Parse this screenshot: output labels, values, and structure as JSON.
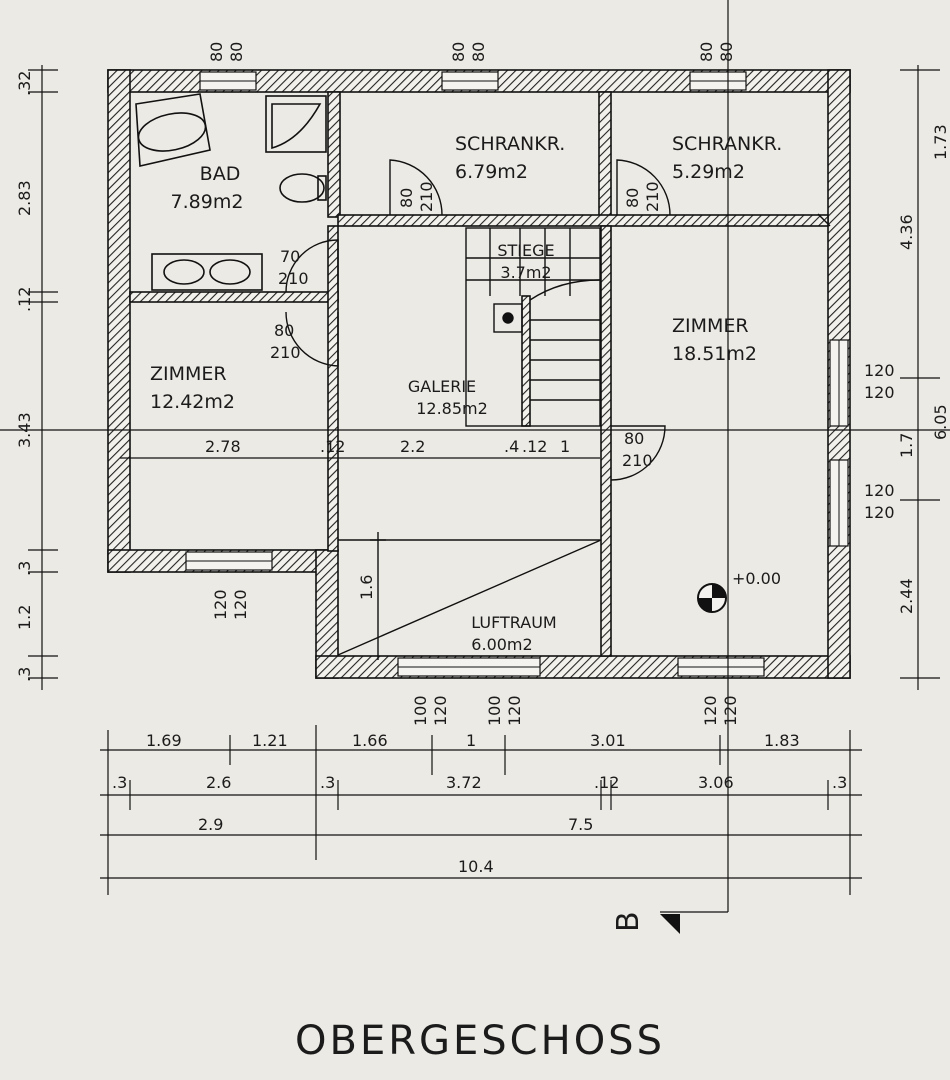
{
  "title": "OBERGESCHOSS",
  "section_marker": "B",
  "rooms": {
    "bad": {
      "name": "BAD",
      "area": "7.89m2"
    },
    "schrank1": {
      "name": "SCHRANKR.",
      "area": "6.79m2"
    },
    "schrank2": {
      "name": "SCHRANKR.",
      "area": "5.29m2"
    },
    "stiege": {
      "name": "STIEGE",
      "area": "3.7m2"
    },
    "zimmer_big": {
      "name": "ZIMMER",
      "area": "18.51m2"
    },
    "zimmer_small": {
      "name": "ZIMMER",
      "area": "12.42m2"
    },
    "galerie": {
      "name": "GALERIE",
      "area": "12.85m2"
    },
    "luftraum": {
      "name": "LUFTRAUM",
      "area": "6.00m2"
    }
  },
  "level_mark": "+0.00",
  "openings": {
    "top1_a": "80",
    "top1_b": "80",
    "top2_a": "80",
    "top2_b": "80",
    "top3_a": "80",
    "top3_b": "80",
    "d_schrank1_a": "80",
    "d_schrank1_b": "210",
    "d_schrank2_a": "80",
    "d_schrank2_b": "210",
    "d_bad_a": "70",
    "d_bad_b": "210",
    "d_zimmer_a": "80",
    "d_zimmer_b": "210",
    "d_big_a": "80",
    "d_big_b": "210",
    "win_r1_a": "120",
    "win_r1_b": "120",
    "win_r2_a": "120",
    "win_r2_b": "120",
    "win_b1_a": "120",
    "win_b1_b": "120",
    "win_b2_a": "100",
    "win_b2_b": "120",
    "win_b3_a": "100",
    "win_b3_b": "120",
    "win_b4_a": "120",
    "win_b4_b": "120"
  },
  "interior_dims": [
    "2.78",
    ".12",
    "2.2",
    ".4",
    ".12",
    "1"
  ],
  "luftraum_dim": "1.6",
  "left_dims": [
    ".32",
    "2.83",
    ".12",
    "3.43",
    ".3",
    "1.2",
    ".3"
  ],
  "right_dims": [
    "4.36",
    "1.73",
    "1.7",
    "2.44",
    "6.05"
  ],
  "bottom_row1": [
    "1.69",
    "1.21",
    "1.66",
    "1",
    "3.01",
    "1.83"
  ],
  "bottom_row2": [
    ".3",
    "2.6",
    ".3",
    "3.72",
    ".12",
    "3.06",
    ".3"
  ],
  "bottom_row3": [
    "2.9",
    "7.5"
  ],
  "bottom_row4": [
    "10.4"
  ]
}
